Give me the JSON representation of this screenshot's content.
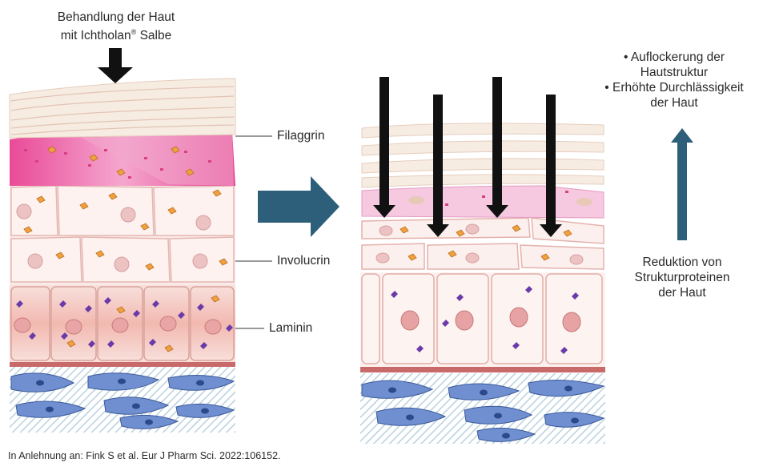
{
  "top_caption": {
    "line1": "Behandlung der Haut",
    "line2_prefix": "mit Ichtholan",
    "line2_suffix": " Salbe",
    "registered_mark": "®"
  },
  "layer_labels": {
    "filaggrin": "Filaggrin",
    "involucrin": "Involucrin",
    "laminin": "Laminin"
  },
  "effects": {
    "line1": "• Auflockerung der",
    "line2": "Hautstruktur",
    "line3": "• Erhöhte Durchlässigkeit",
    "line4": "der Haut"
  },
  "reduction": {
    "line1": "Reduktion von",
    "line2": "Strukturproteinen",
    "line3": "der Haut"
  },
  "source_note": "In Anlehnung an: Fink S et al. Eur J Pharm Sci. 2022:106152.",
  "colors": {
    "teal_arrow": "#2e5f7a",
    "filaggrin_pink": "#e8559a",
    "involucrin_orange": "#f0a040",
    "laminin_purple": "#6a3aa8",
    "fibroblast_blue": "#6f8fd0",
    "basement_red": "#c96a6a"
  }
}
